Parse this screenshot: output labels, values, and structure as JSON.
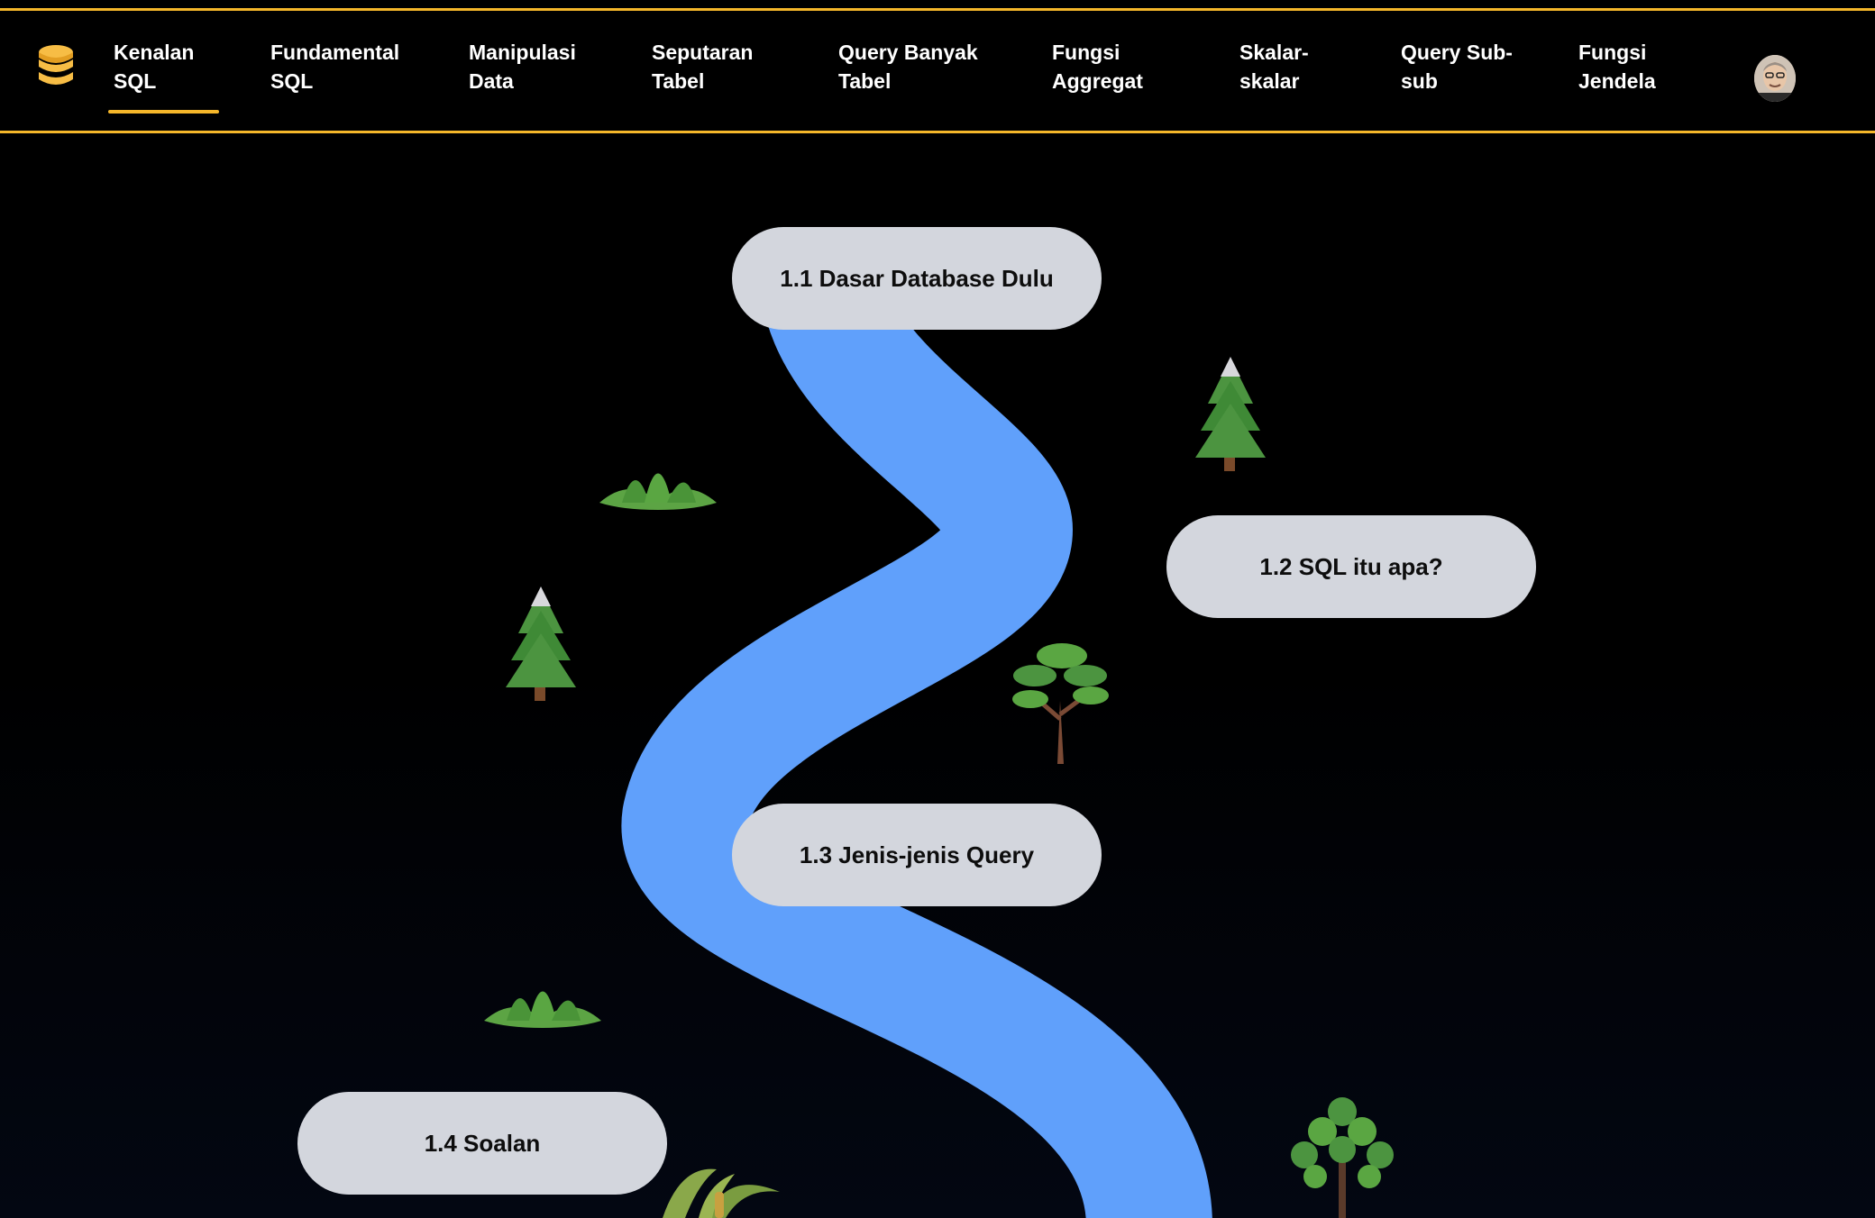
{
  "colors": {
    "accent": "#f5b72a",
    "river": "#60a0fb",
    "pill": "#d3d6dd",
    "background": "#000000"
  },
  "nav": {
    "logo_icon": "database-stack-icon",
    "items": [
      {
        "line1": "Kenalan",
        "line2": "SQL",
        "active": true
      },
      {
        "line1": "Fundamental",
        "line2": "SQL"
      },
      {
        "line1": "Manipulasi",
        "line2": "Data"
      },
      {
        "line1": "Seputaran",
        "line2": "Tabel"
      },
      {
        "line1": "Query Banyak",
        "line2": "Tabel"
      },
      {
        "line1": "Fungsi",
        "line2": "Aggregat"
      },
      {
        "line1": "Skalar-",
        "line2": "skalar"
      },
      {
        "line1": "Query Sub-",
        "line2": "sub"
      },
      {
        "line1": "Fungsi",
        "line2": "Jendela"
      }
    ],
    "avatar_icon": "user-avatar"
  },
  "lessons": [
    {
      "label": "1.1 Dasar Database Dulu"
    },
    {
      "label": "1.2 SQL itu apa?"
    },
    {
      "label": "1.3 Jenis-jenis Query"
    },
    {
      "label": "1.4 Soalan"
    }
  ],
  "decorations": [
    "snowy-pine-tree-icon",
    "grass-bush-icon",
    "round-canopy-tree-icon",
    "tiered-tree-icon",
    "palm-plant-icon"
  ]
}
